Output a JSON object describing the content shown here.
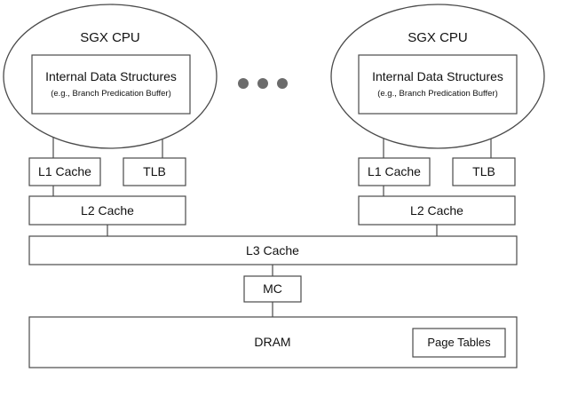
{
  "cpus": [
    {
      "title": "SGX CPU",
      "internal_title": "Internal Data Structures",
      "internal_subtitle": "(e.g., Branch Predication Buffer)",
      "l1_label": "L1 Cache",
      "tlb_label": "TLB",
      "l2_label": "L2 Cache"
    },
    {
      "title": "SGX CPU",
      "internal_title": "Internal Data Structures",
      "internal_subtitle": "(e.g., Branch Predication Buffer)",
      "l1_label": "L1 Cache",
      "tlb_label": "TLB",
      "l2_label": "L2 Cache"
    }
  ],
  "l3_label": "L3 Cache",
  "mc_label": "MC",
  "dram_label": "DRAM",
  "page_tables_label": "Page Tables",
  "ellipsis_dots": 3,
  "colors": {
    "stroke": "#4a4a4a",
    "dots": "#6b6b6b",
    "text": "#111111"
  }
}
